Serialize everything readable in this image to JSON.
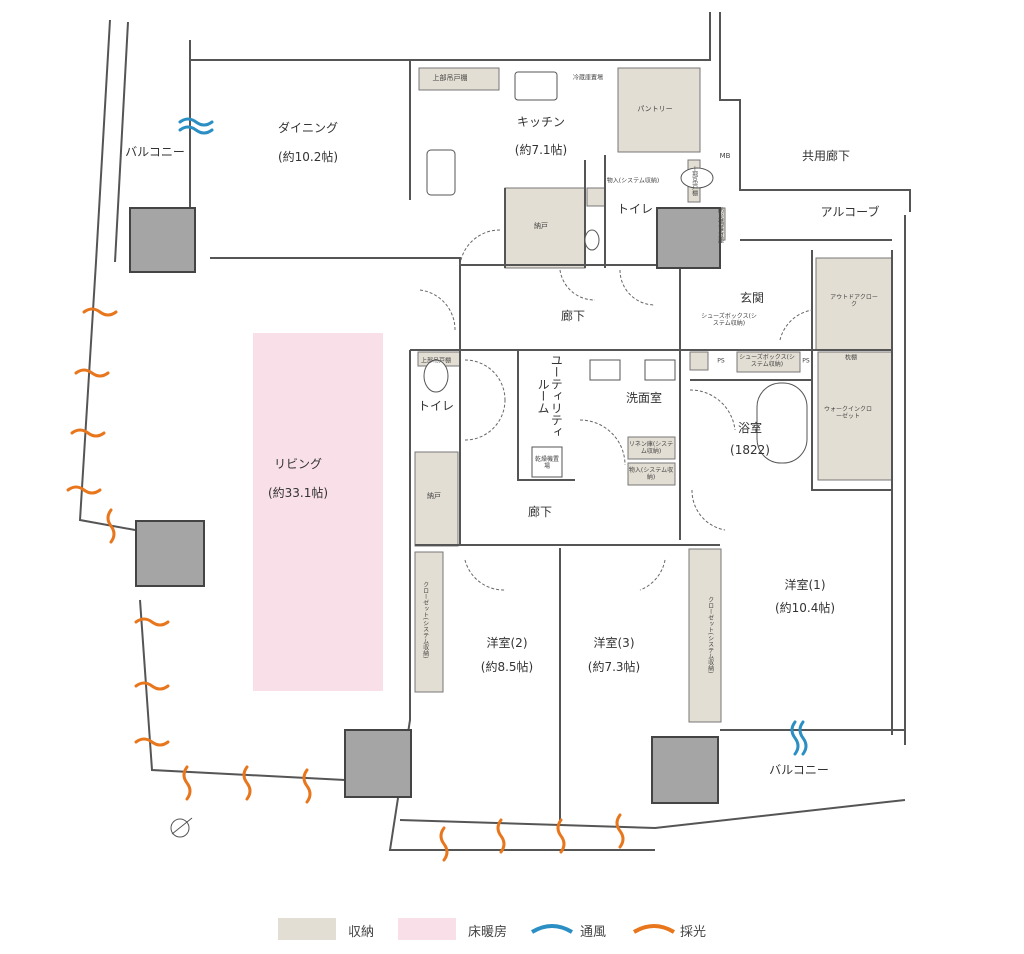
{
  "colors": {
    "storage": "#e3ded3",
    "floor_heating": "#f8dfe8",
    "ventilation": "#2b8fc4",
    "lighting": "#e8761c",
    "column": "#a5a5a5",
    "wall": "#555555"
  },
  "rooms": {
    "balcony_nw": "バルコニー",
    "dining": {
      "name": "ダイニング",
      "area": "(約10.2帖)"
    },
    "kitchen": {
      "name": "キッチン",
      "area": "(約7.1帖)"
    },
    "kitchen_upper_cabinet": "上部吊戸棚",
    "fridge_space": "冷蔵庫置場",
    "pantry": "パントリー",
    "toilet1_storage": "物入(システム収納)",
    "toilet1_upper_cabinet": "上部吊戸棚",
    "toilet1": "トイレ",
    "storeroom1": "納戸",
    "mb": "MB",
    "common_corridor": "共用廊下",
    "alcove": "アルコーブ",
    "disaster_storage": "防災備蓄倉庫",
    "hallway1": "廊下",
    "entrance": "玄関",
    "outdoor_cloak": "アウトドアクローク",
    "shoe_box1": "シューズボックス(システム収納)",
    "shoe_box2": "シューズボックス(システム収納)",
    "ps1": "PS",
    "ps2": "PS",
    "shelf": "枕棚",
    "walk_in_closet": "ウォークインクローゼット",
    "bath": {
      "name": "浴室",
      "size": "(1822)"
    },
    "toilet2_upper_cabinet": "上部吊戸棚",
    "toilet2": "トイレ",
    "utility": "ユーティリティルーム",
    "washroom": "洗面室",
    "linen": "リネン庫(システム収納)",
    "washroom_storage": "物入(システム収納)",
    "dryer_space": "乾燥機置場",
    "storeroom2": "納戸",
    "living": {
      "name": "リビング",
      "area": "(約33.1帖)"
    },
    "hallway2": "廊下",
    "bedroom1": {
      "name": "洋室(1)",
      "area": "(約10.4帖)"
    },
    "bedroom2": {
      "name": "洋室(2)",
      "area": "(約8.5帖)"
    },
    "bedroom3": {
      "name": "洋室(3)",
      "area": "(約7.3帖)"
    },
    "closet2": "クローゼット(システム収納)",
    "closet3": "クローゼット(システム収納)",
    "balcony_se": "バルコニー"
  },
  "legend": [
    {
      "label": "収納",
      "icon": "storage-swatch"
    },
    {
      "label": "床暖房",
      "icon": "floor-heating-swatch"
    },
    {
      "label": "通風",
      "icon": "ventilation-wave"
    },
    {
      "label": "採光",
      "icon": "lighting-wave"
    }
  ]
}
